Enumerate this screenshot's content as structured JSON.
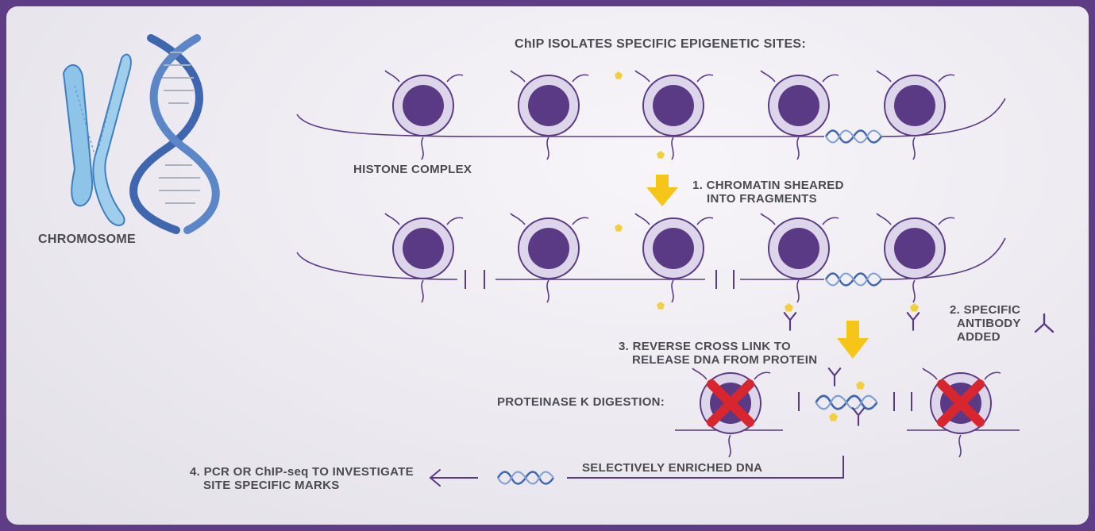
{
  "labels": {
    "title": "ChIP ISOLATES SPECIFIC EPIGENETIC SITES:",
    "chromosome": "CHROMOSOME",
    "histone_complex": "HISTONE COMPLEX",
    "step1_line1": "1. CHROMATIN SHEARED",
    "step1_line2": "INTO FRAGMENTS",
    "step2_line1": "2. SPECIFIC",
    "step2_line2": "ANTIBODY",
    "step2_line3": "ADDED",
    "step3_line1": "3. REVERSE CROSS LINK TO",
    "step3_line2": "RELEASE DNA FROM PROTEIN",
    "proteinase": "PROTEINASE K DIGESTION:",
    "enriched": "SELECTIVELY ENRICHED DNA",
    "step4_line1": "4. PCR OR ChIP-seq TO INVESTIGATE",
    "step4_line2": "SITE SPECIFIC MARKS"
  },
  "colors": {
    "frame": "#5e3d86",
    "nucleosome": "#5b3a85",
    "ring": "#ddd6ea",
    "dna_blue": "#3e67b0",
    "arrow_yellow": "#f5c518",
    "epitope": "#f2cf3b",
    "digestion_x": "#d8262f",
    "text": "#4a4a52"
  },
  "icons": [
    "chromosome-icon",
    "dna-helix-icon",
    "nucleosome-icon",
    "antibody-icon",
    "epigenetic-mark-icon",
    "down-arrow-icon",
    "left-arrow-icon",
    "digestion-x-icon"
  ]
}
